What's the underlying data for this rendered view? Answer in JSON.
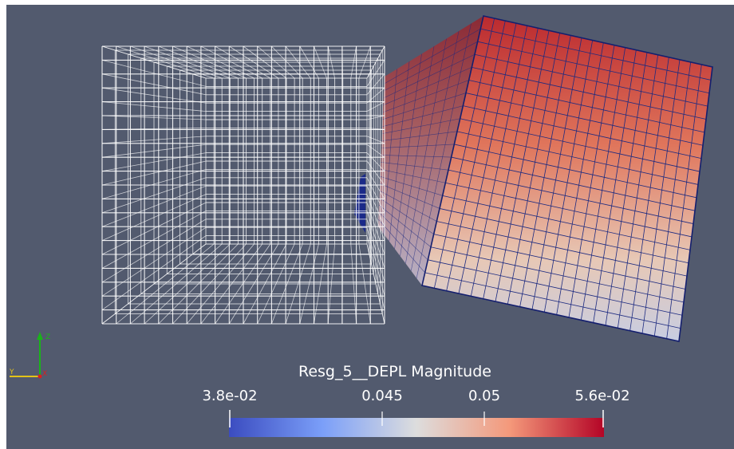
{
  "colorbar": {
    "title": "Resg_5__DEPL Magnitude",
    "ticks": [
      "3.8e-02",
      "0.045",
      "0.05",
      "5.6e-02"
    ],
    "tick_values": [
      0.038,
      0.045,
      0.05,
      0.056
    ],
    "range": [
      0.038,
      0.056
    ],
    "colormap": "cool-to-warm",
    "colors": [
      "#3b4cc0",
      "#dddddd",
      "#b40426"
    ]
  },
  "axes_triad": {
    "y": "Y",
    "z": "Z",
    "x": "X"
  },
  "colors": {
    "background": "#525a6e",
    "wireframe": "#ffffff",
    "mesh_edges": "#1a237e"
  }
}
